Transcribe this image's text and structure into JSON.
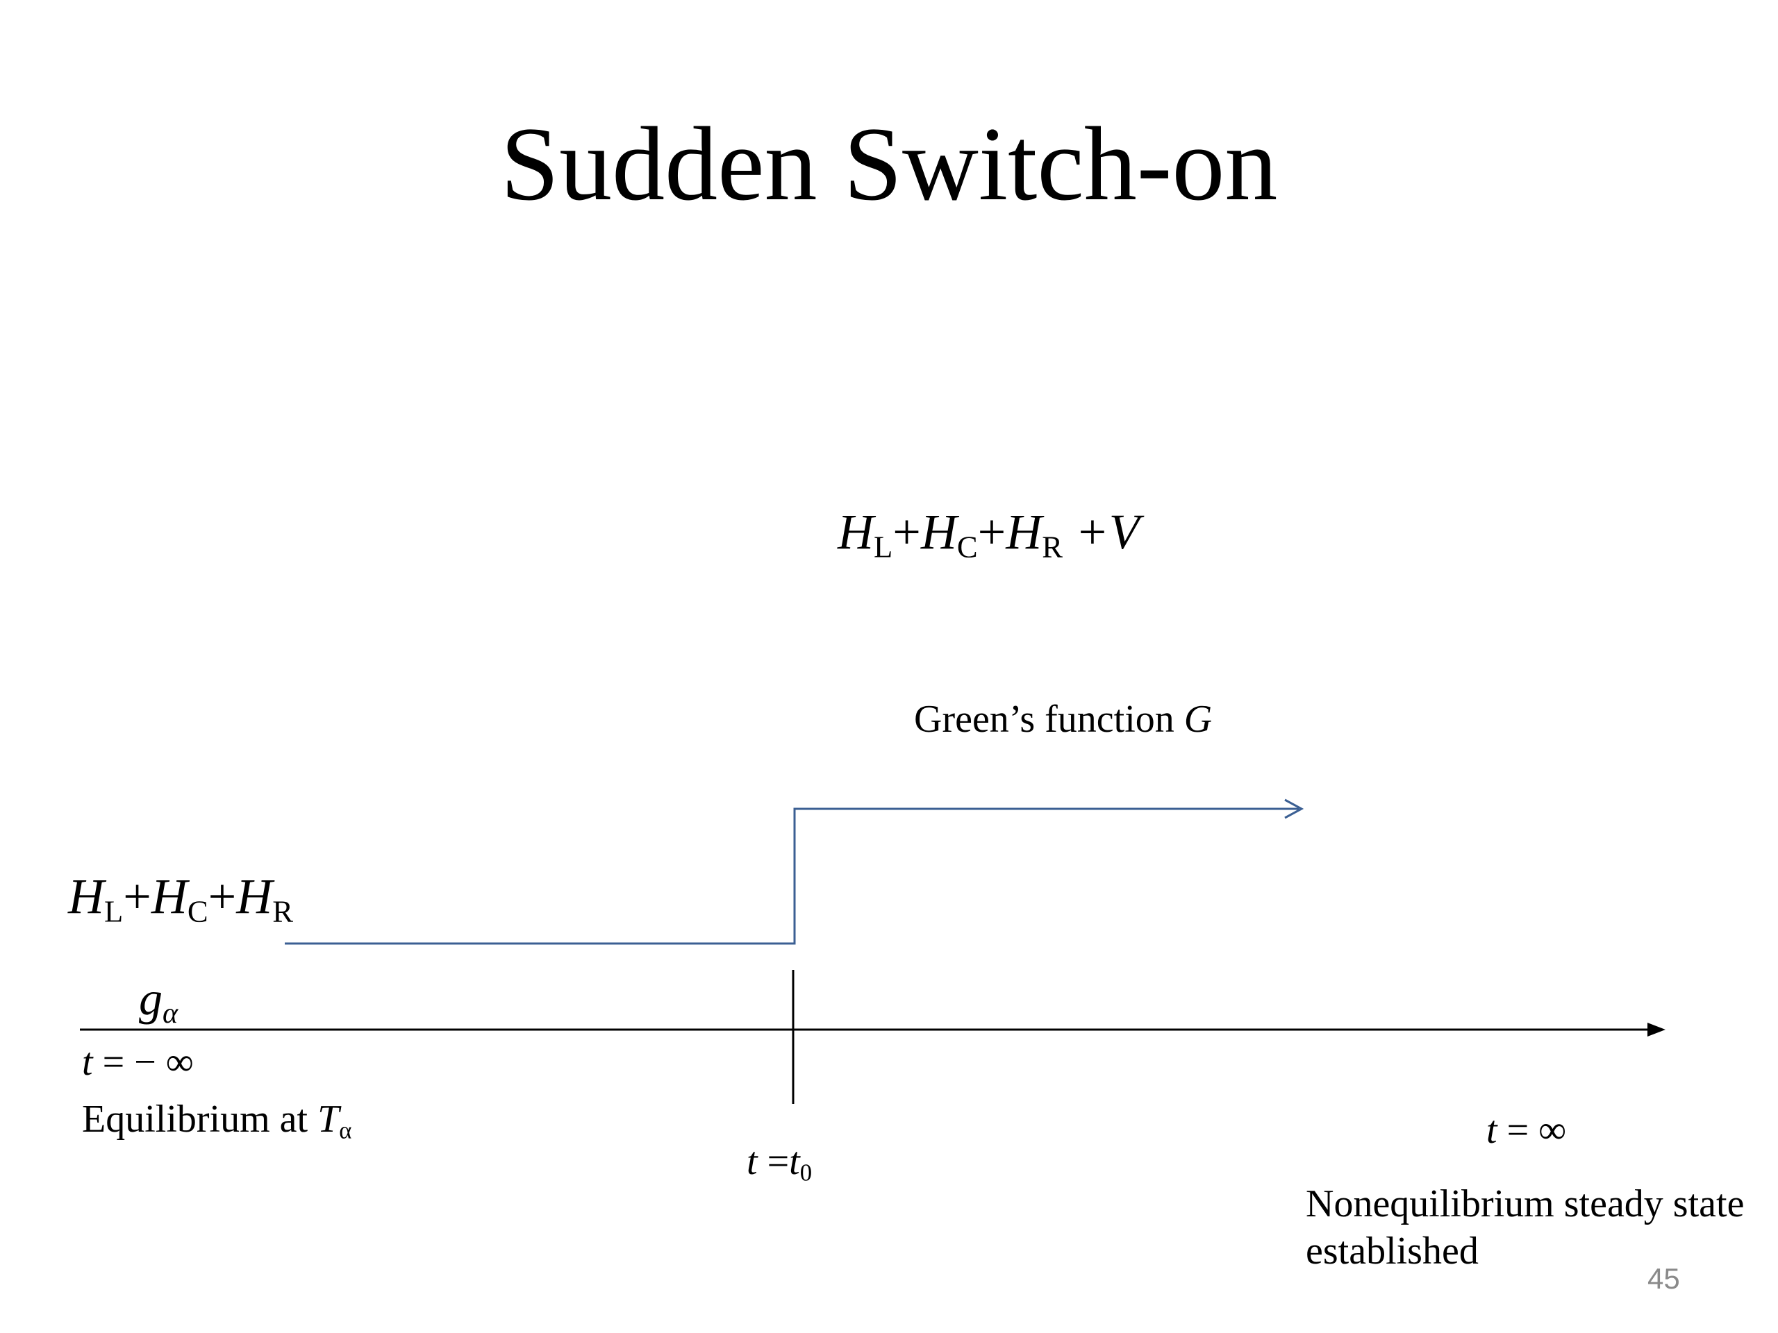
{
  "slide": {
    "title": "Sudden Switch-on",
    "page_number": "45"
  },
  "labels": {
    "h_total": {
      "h": "H",
      "sub_l": "L",
      "plus1": "+",
      "sub_c": "C",
      "plus2": "+",
      "sub_r": "R",
      "tail": " +V"
    },
    "h_base": {
      "h": "H",
      "sub_l": "L",
      "plus1": "+",
      "sub_c": "C",
      "plus2": "+",
      "sub_r": "R"
    },
    "green_text": "Green’s function ",
    "green_symbol": "G",
    "g_alpha": {
      "g": "g",
      "sub": "α"
    },
    "t_minus_inf": {
      "t": "t",
      "rest": " = − ∞"
    },
    "equilibrium": {
      "text": "Equilibrium at ",
      "T": "T",
      "sub": "α"
    },
    "t_zero": {
      "t": "t",
      "eq": " =",
      "t0": "t",
      "sub": "0"
    },
    "t_inf": {
      "t": "t",
      "rest": " = ∞"
    },
    "nonequilibrium": "Nonequilibrium steady state established"
  },
  "colors": {
    "step_line": "#3b5f93",
    "axis": "#000000",
    "page_number": "#8a8a8a"
  }
}
